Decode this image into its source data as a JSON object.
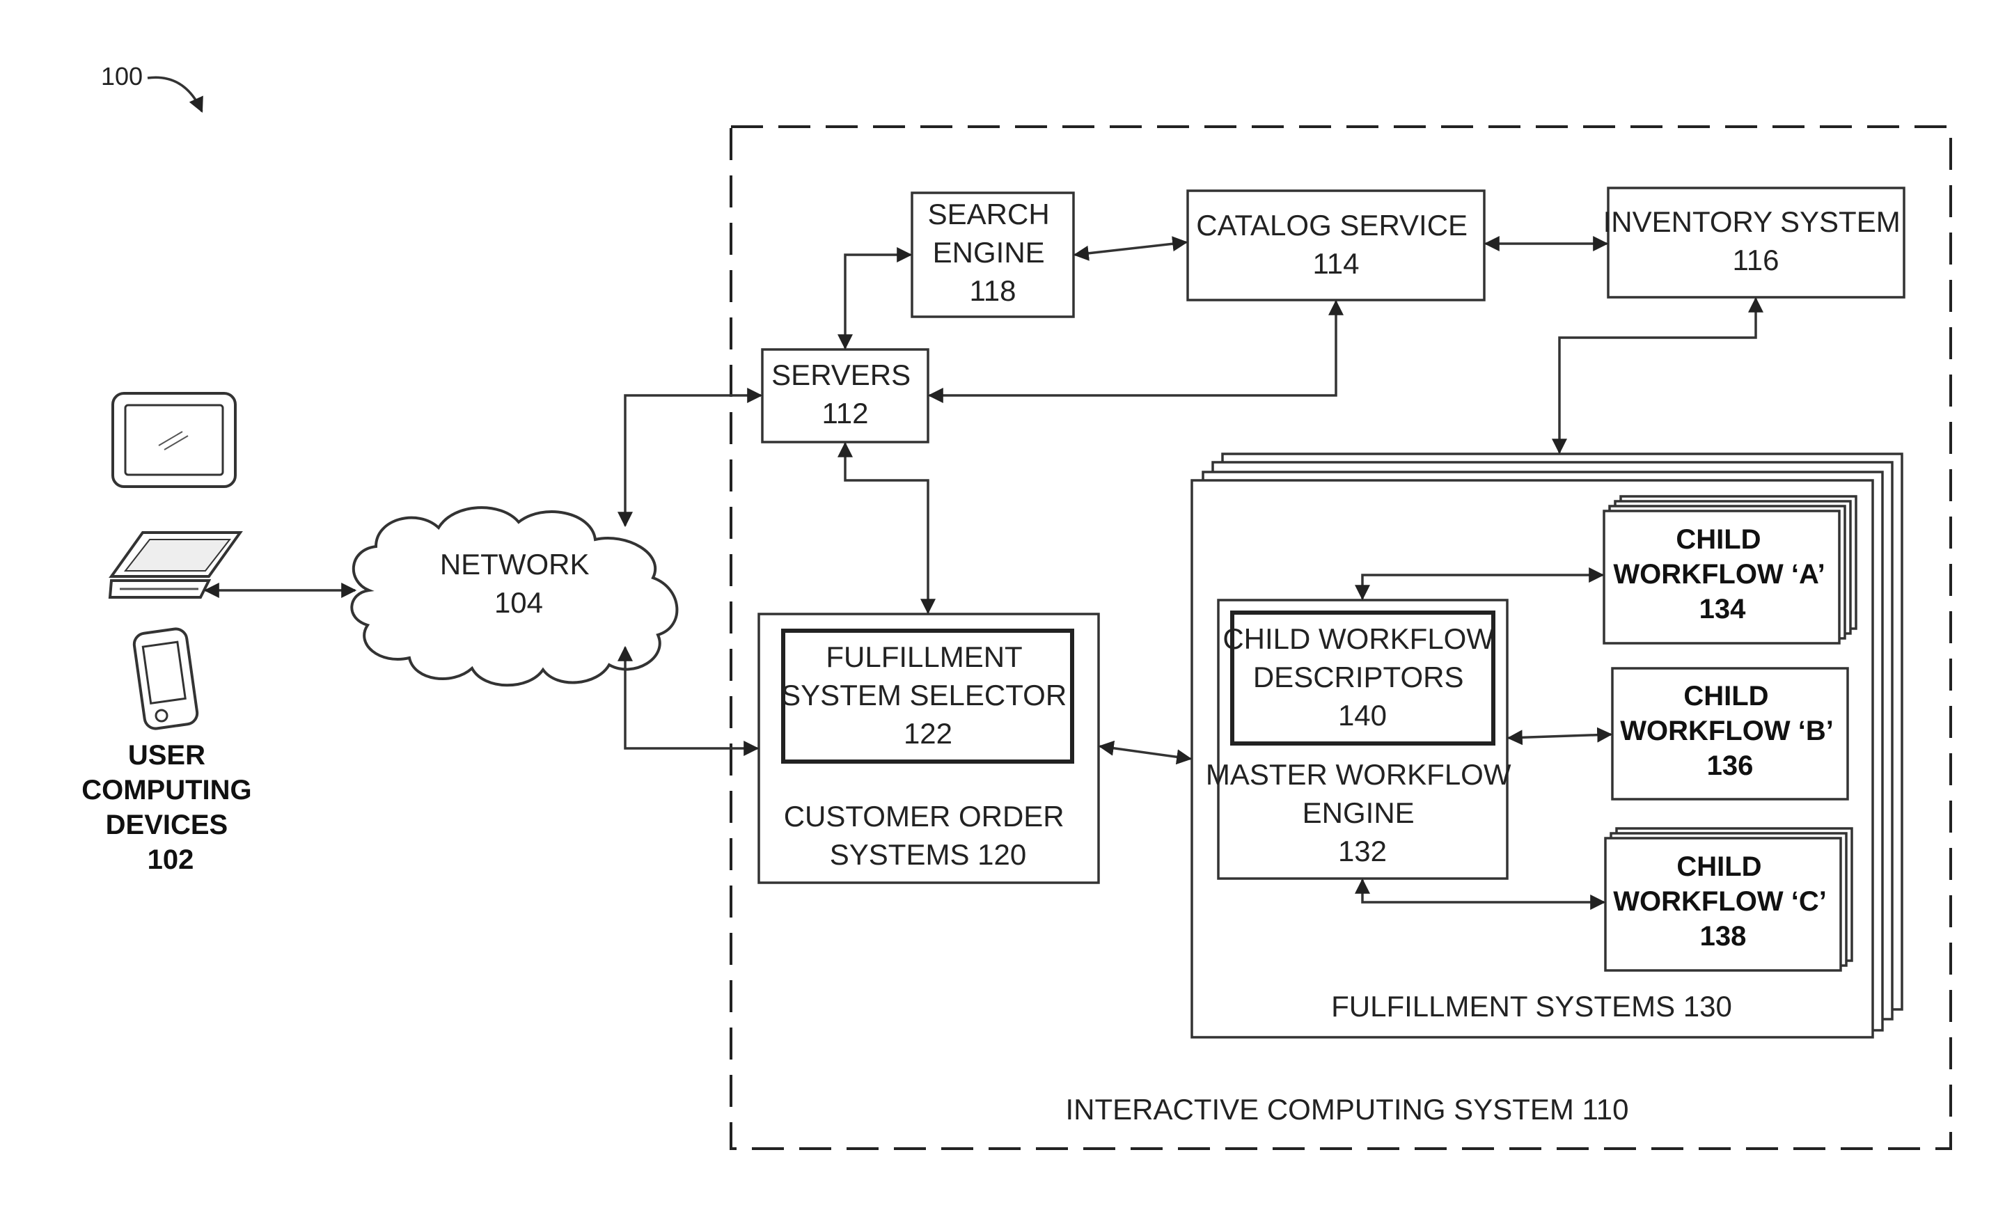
{
  "figure_ref": "100",
  "system": {
    "label": "INTERACTIVE COMPUTING SYSTEM 110"
  },
  "user_devices": {
    "line1": "USER",
    "line2": "COMPUTING",
    "line3": "DEVICES",
    "line4": "102"
  },
  "network": {
    "line1": "NETWORK",
    "line2": "104"
  },
  "servers": {
    "line1": "SERVERS",
    "line2": "112"
  },
  "search_engine": {
    "line1": "SEARCH",
    "line2": "ENGINE",
    "line3": "118"
  },
  "catalog_service": {
    "line1": "CATALOG SERVICE",
    "line2": "114"
  },
  "inventory_system": {
    "line1": "INVENTORY SYSTEM",
    "line2": "116"
  },
  "customer_order": {
    "line1": "CUSTOMER ORDER",
    "line2": "SYSTEMS 120"
  },
  "fulfillment_selector": {
    "line1": "FULFILLMENT",
    "line2": "SYSTEM SELECTOR",
    "line3": "122"
  },
  "fulfillment_systems": {
    "label": "FULFILLMENT SYSTEMS 130"
  },
  "master_engine": {
    "line1": "MASTER WORKFLOW",
    "line2": "ENGINE",
    "line3": "132"
  },
  "descriptors": {
    "line1": "CHILD WORKFLOW",
    "line2": "DESCRIPTORS",
    "line3": "140"
  },
  "child_a": {
    "line1": "CHILD",
    "line2": "WORKFLOW ‘A’",
    "line3": "134"
  },
  "child_b": {
    "line1": "CHILD",
    "line2": "WORKFLOW ‘B’",
    "line3": "136"
  },
  "child_c": {
    "line1": "CHILD",
    "line2": "WORKFLOW ‘C’",
    "line3": "138"
  },
  "icons": [
    "tablet-icon",
    "laptop-icon",
    "phone-icon",
    "cloud-icon"
  ]
}
